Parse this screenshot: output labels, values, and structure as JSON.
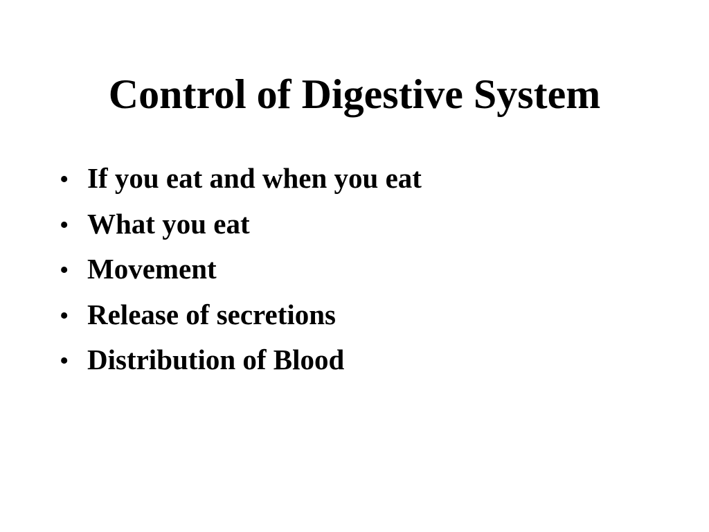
{
  "slide": {
    "title": "Control of Digestive System",
    "bullet_symbol": "•",
    "bullets": [
      {
        "text": "If you eat and when you eat"
      },
      {
        "text": "What you eat"
      },
      {
        "text": "Movement"
      },
      {
        "text": "Release of secretions"
      },
      {
        "text": "Distribution of Blood"
      }
    ]
  }
}
